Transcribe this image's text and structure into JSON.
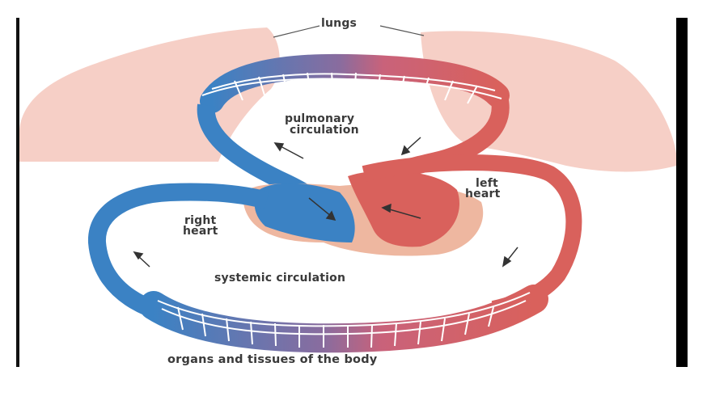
{
  "labels": {
    "lungs": "lungs",
    "pulmonary_line1": "pulmonary",
    "pulmonary_line2": "circulation",
    "left_heart_line1": "left",
    "left_heart_line2": "heart",
    "right_heart_line1": "right",
    "right_heart_line2": "heart",
    "systemic": "systemic circulation",
    "organs": "organs and tissues of the body"
  },
  "colors": {
    "lung": "#f6cfc6",
    "deoxygenated": "#3b82c4",
    "oxygenated": "#d9615c",
    "heart_tissue": "#eeb7a0",
    "text": "#3a3a3a"
  }
}
